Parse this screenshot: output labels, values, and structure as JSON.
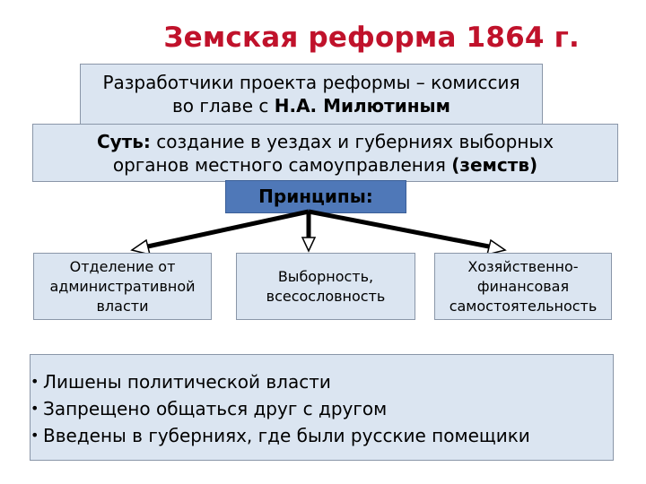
{
  "title": "Земская реформа 1864 г.",
  "authors": {
    "line1": "Разработчики проекта реформы – комиссия",
    "line2_prefix": "во главе с ",
    "line2_name": "Н.А. Милютиным"
  },
  "essence": {
    "label": "Суть:",
    "line1_rest": " создание в уездах и губерниях выборных",
    "line2_text": "органов местного самоуправления ",
    "line2_bold": "(земств)"
  },
  "principles": {
    "heading": "Принципы:",
    "items": [
      {
        "lines": [
          "Отделение от",
          "административной",
          "власти"
        ]
      },
      {
        "lines": [
          "Выборность,",
          "всесословность"
        ]
      },
      {
        "lines": [
          "Хозяйственно-",
          "финансовая",
          "самостоятельность"
        ]
      }
    ]
  },
  "limitations": {
    "bullet": "•",
    "items": [
      "Лишены политической власти",
      "Запрещено общаться друг с другом",
      "Введены в губерниях, где были русские помещики"
    ]
  },
  "colors": {
    "title": "#c0122b",
    "box_fill": "#dbe5f1",
    "heading_fill": "#4f78b8",
    "arrow": "#000000"
  }
}
